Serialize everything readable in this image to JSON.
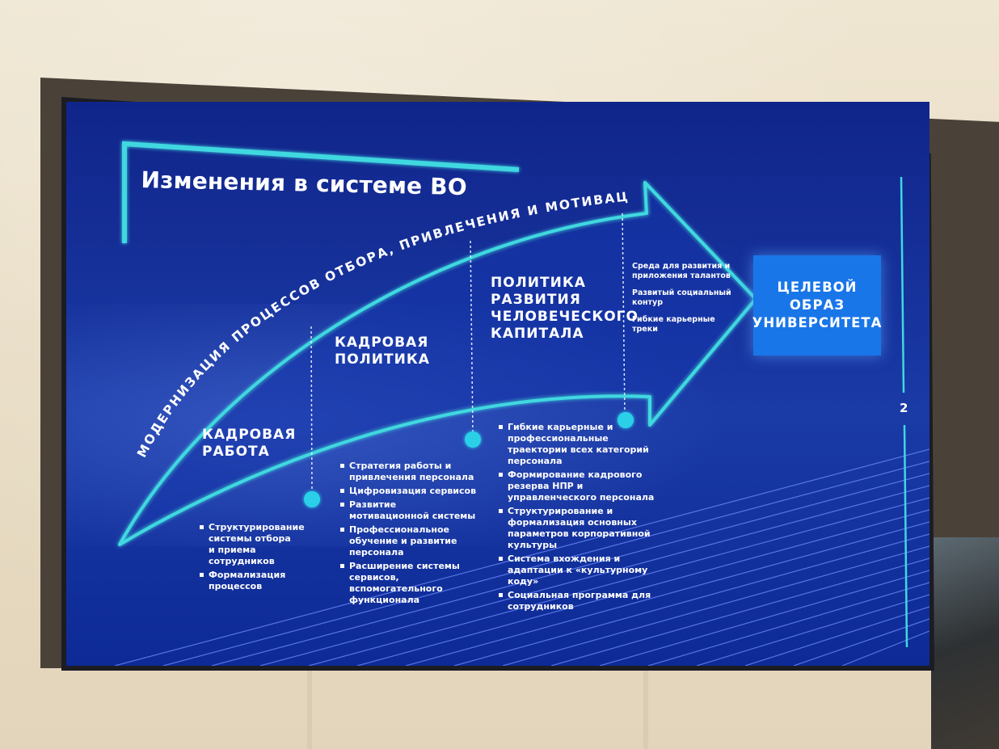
{
  "slide": {
    "title": "Изменения в системе ВО",
    "page_number": "2",
    "arrow_label": "МОДЕРНИЗАЦИЯ ПРОЦЕССОВ ОТБОРА, ПРИВЛЕЧЕНИЯ И МОТИВАЦИИ",
    "stages": [
      {
        "title_lines": [
          "КАДРОВАЯ",
          "РАБОТА"
        ],
        "items": [
          "Структурирование системы отбора и приема сотрудников",
          "Формализация процессов"
        ]
      },
      {
        "title_lines": [
          "КАДРОВАЯ",
          "ПОЛИТИКА"
        ],
        "items": [
          "Стратегия работы и привлечения персонала",
          "Цифровизация сервисов",
          "Развитие мотивационной системы",
          "Профессиональное обучение и развитие персонала",
          "Расширение системы сервисов, вспомогательного функционала"
        ]
      },
      {
        "title_lines": [
          "ПОЛИТИКА",
          "РАЗВИТИЯ",
          "ЧЕЛОВЕЧЕСКОГО",
          "КАПИТАЛА"
        ],
        "items": [
          "Гибкие карьерные и профессиональные траектории всех категорий персонала",
          "Формирование кадрового резерва НПР и управленческого персонала",
          "Структурирование и формализация основных параметров корпоративной культуры",
          "Система вхождения и адаптации к «культурному коду»",
          "Социальная программа для сотрудников"
        ]
      }
    ],
    "arrow_head_items": [
      "Среда для развития и приложения талантов",
      "Развитый социальный контур",
      "Гибкие карьерные треки"
    ],
    "target": {
      "lines": [
        "ЦЕЛЕВОЙ",
        "ОБРАЗ",
        "УНИВЕРСИТЕТА"
      ]
    }
  },
  "colors": {
    "slide_bg": "#0f2a8c",
    "accent": "#3fd8e0",
    "target_box": "#1976e8",
    "text": "#ffffff"
  }
}
